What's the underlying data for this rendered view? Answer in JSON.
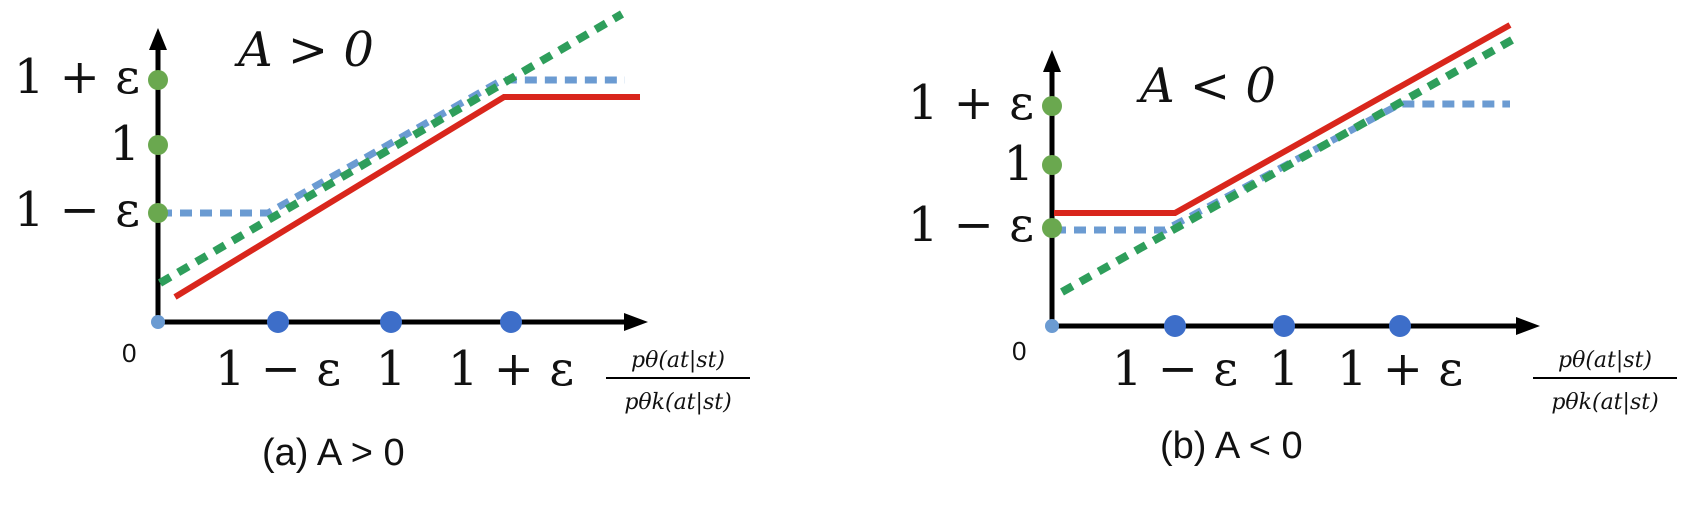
{
  "panel_a": {
    "condition": "A > 0",
    "origin": "0",
    "y_ticks": [
      "1 + ε",
      "1",
      "1 − ε"
    ],
    "x_ticks": [
      "1 − ε",
      "1",
      "1 + ε"
    ],
    "x_label_numerator": "pθ(at|st)",
    "x_label_denominator": "pθk(at|st)",
    "caption": "(a)   A > 0"
  },
  "panel_b": {
    "condition": "A < 0",
    "origin": "0",
    "y_ticks": [
      "1 + ε",
      "1",
      "1 − ε"
    ],
    "x_ticks": [
      "1 − ε",
      "1",
      "1 + ε"
    ],
    "x_label_numerator": "pθ(at|st)",
    "x_label_denominator": "pθk(at|st)",
    "caption": "(b)  A < 0"
  },
  "colors": {
    "axis": "#000000",
    "clipped_objective": "#d9261c",
    "unclipped_ratio": "#2e9e5b",
    "clip_bounds": "#6b9bd2",
    "y_tick_marker": "#6aa84f",
    "x_tick_marker": "#3d6ec9"
  }
}
